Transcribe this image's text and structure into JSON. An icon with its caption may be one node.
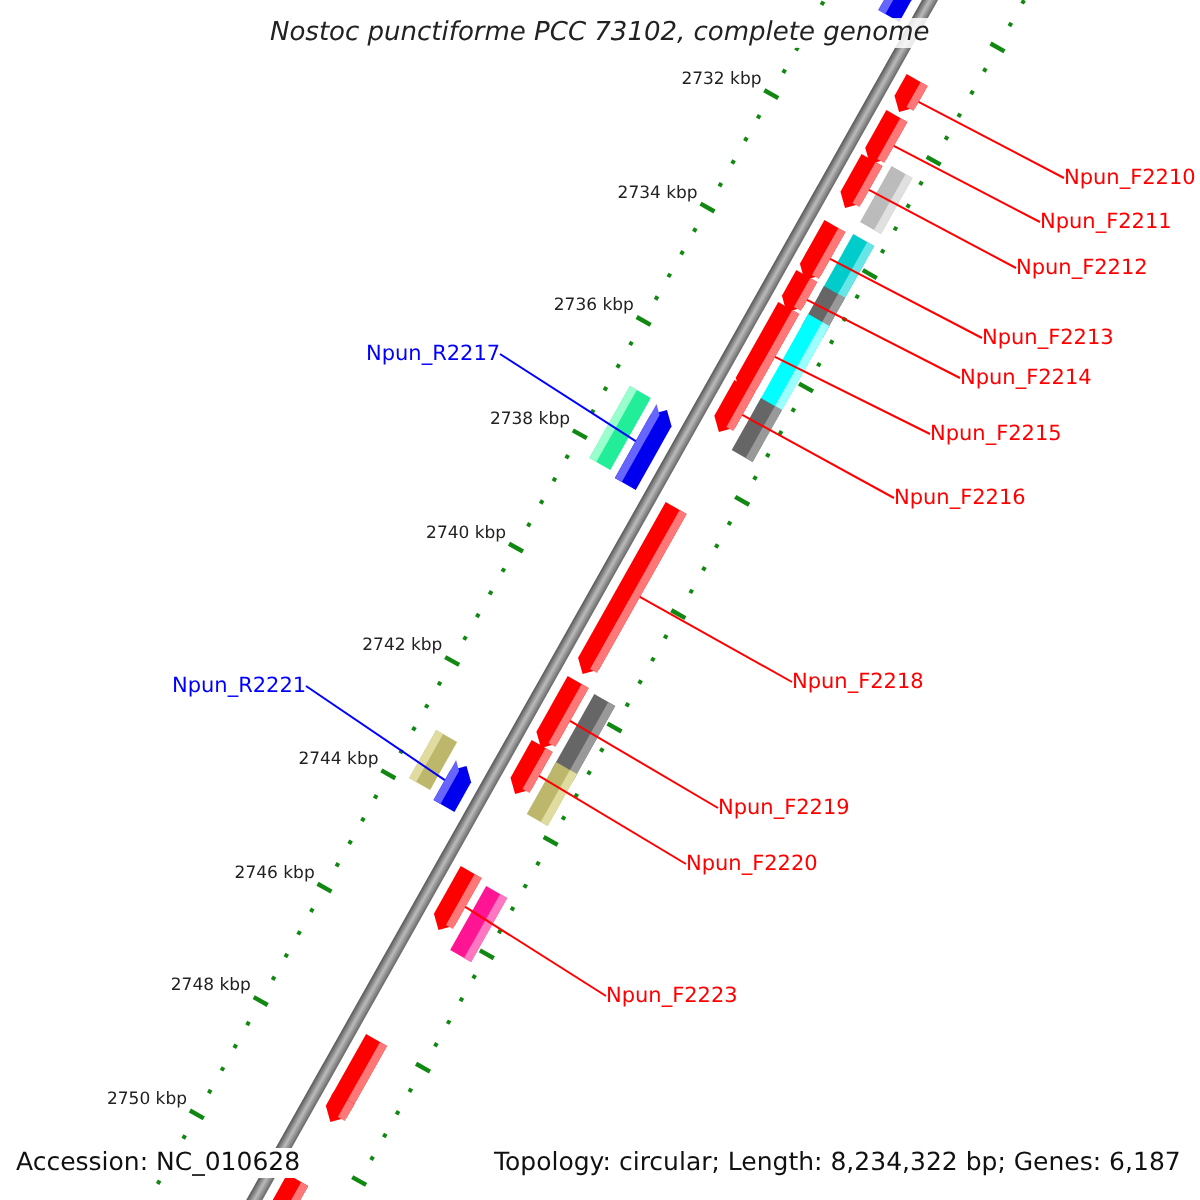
{
  "diagram": {
    "title": "Nostoc punctiforme PCC 73102, complete genome",
    "nodes": [
      {
        "text": [
          "Npun_F2210"
        ]
      },
      {
        "text": [],
        "shape": "arrow"
      },
      {
        "text": [
          "Npun_F2211"
        ]
      },
      {
        "text": [],
        "shape": "arrow"
      },
      {
        "text": [
          "Npun_F2212"
        ]
      },
      {
        "text": [],
        "shape": "arrow"
      },
      {
        "text": [
          "Npun_F2213"
        ]
      },
      {
        "text": [],
        "shape": "arrow"
      },
      {
        "text": [
          "Npun_R2217"
        ]
      },
      {
        "text": [],
        "shape": "arrow"
      },
      {
        "text": [
          "Npun_F2214"
        ]
      },
      {
        "text": [],
        "shape": "arrow"
      },
      {
        "text": [
          "Npun_F2215"
        ]
      },
      {
        "text": [],
        "shape": "arrow"
      },
      {
        "text": [
          "Npun_F2216"
        ]
      },
      {
        "text": [],
        "shape": "arrow"
      },
      {
        "text": [
          "Npun_F2218"
        ]
      },
      {
        "text": [],
        "shape": "arrow"
      },
      {
        "text": [
          "Npun_R2221"
        ]
      },
      {
        "text": [],
        "shape": "arrow"
      },
      {
        "text": [
          "Npun_F2219"
        ]
      },
      {
        "text": [],
        "shape": "arrow"
      },
      {
        "text": [
          "Npun_F2220"
        ]
      },
      {
        "text": [],
        "shape": "arrow"
      },
      {
        "text": [
          "Npun_F2223"
        ]
      },
      {
        "text": [],
        "shape": "arrow"
      },
      {
        "text": [],
        "shape": "arrow"
      },
      {
        "text": [],
        "shape": "arrow"
      },
      {
        "text": [],
        "shape": "arrow"
      },
      {
        "text": [],
        "shape": "arrow"
      }
    ],
    "edges": [
      {
        "from": 0,
        "to": 1,
        "arrow": "none"
      },
      {
        "from": 2,
        "to": 3,
        "arrow": "none"
      },
      {
        "from": 4,
        "to": 5,
        "arrow": "none"
      },
      {
        "from": 6,
        "to": 7,
        "arrow": "none"
      },
      {
        "from": 8,
        "to": 9,
        "arrow": "none",
        "color": "#0000ff"
      },
      {
        "from": 10,
        "to": 11,
        "arrow": "none"
      },
      {
        "from": 12,
        "to": 13,
        "arrow": "none"
      },
      {
        "from": 14,
        "to": 15,
        "arrow": "none"
      },
      {
        "from": 16,
        "to": 17,
        "arrow": "none"
      },
      {
        "from": 18,
        "to": 19,
        "arrow": "none",
        "color": "#0000ff"
      },
      {
        "from": 20,
        "to": 21,
        "arrow": "none"
      },
      {
        "from": 22,
        "to": 23,
        "arrow": "none"
      },
      {
        "from": 24,
        "to": 25,
        "arrow": "none"
      }
    ],
    "labels": [
      "2732 kbp",
      "2734 kbp",
      "2736 kbp",
      "2738 kbp",
      "2740 kbp",
      "2742 kbp",
      "2744 kbp",
      "2746 kbp",
      "2748 kbp",
      "2750 kbp",
      "Accession: NC_010628",
      "Topology: circular; Length: 8,234,322 bp; Genes: 6,187"
    ]
  }
}
